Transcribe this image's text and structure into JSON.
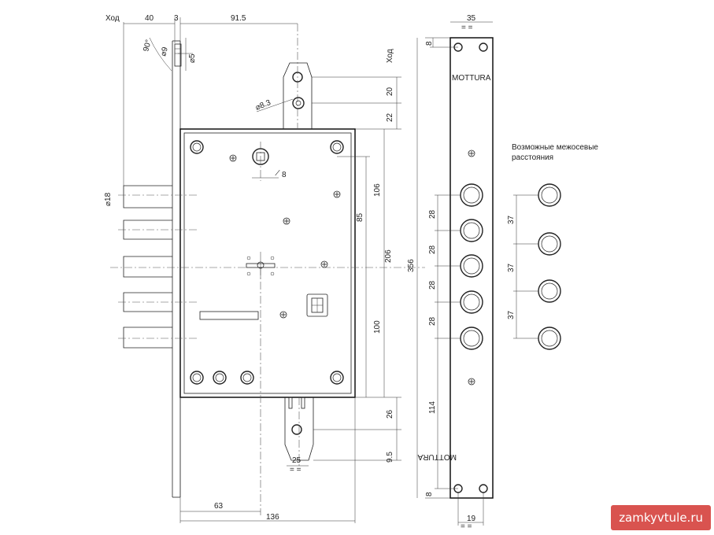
{
  "labels": {
    "travel_top": "Ход",
    "travel_right": "Ход",
    "angle": "90°",
    "dia_9": "⌀9",
    "dia_5": "⌀5",
    "dia_83": "⌀8.3",
    "square_8": "8",
    "dia_18": "⌀18",
    "brand_top": "MOTTURA",
    "brand_bottom": "MOTTURA",
    "note": "Возможные межосевые расстояния"
  },
  "dims": {
    "d40": "40",
    "d3": "3",
    "d915": "91.5",
    "d35": "35",
    "d8_top": "8",
    "d20": "20",
    "d22": "22",
    "d106": "106",
    "d85": "85",
    "d206": "206",
    "d356": "356",
    "d100": "100",
    "d26": "26",
    "d95": "9.5",
    "d25": "25",
    "d63": "63",
    "d136": "136",
    "d114": "114",
    "d8_bottom": "8",
    "d19": "19",
    "d28a": "28",
    "d28b": "28",
    "d28c": "28",
    "d28d": "28",
    "d37a": "37",
    "d37b": "37",
    "d37c": "37"
  },
  "watermark": "zamkyvtule.ru"
}
